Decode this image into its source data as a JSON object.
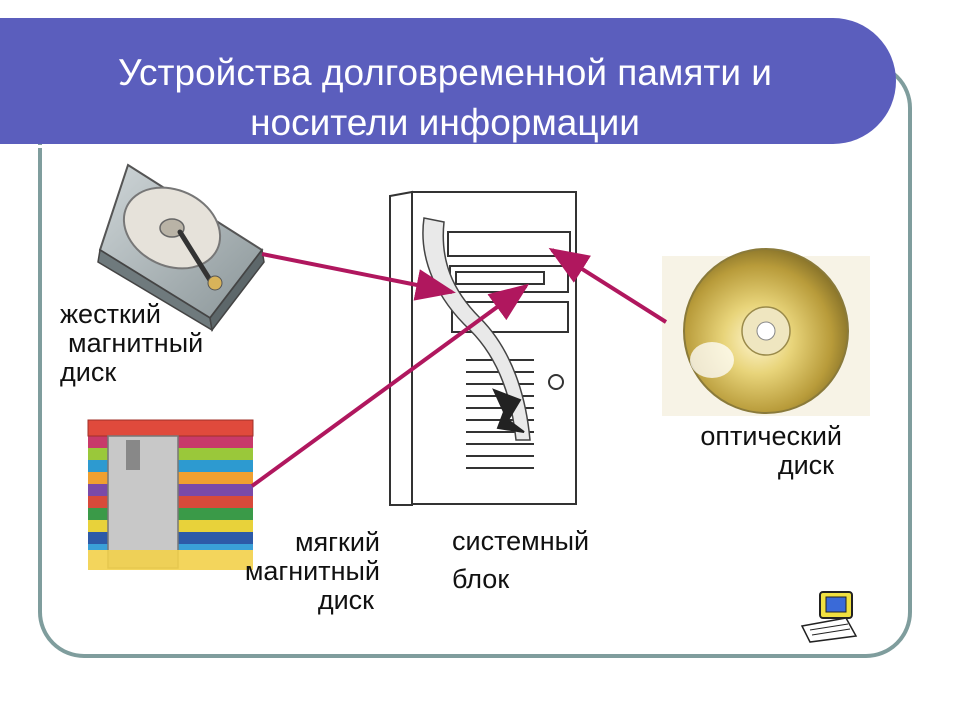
{
  "slide": {
    "title_line1": "Устройства долговременной памяти и",
    "title_line2": "носители информации"
  },
  "labels": {
    "hard_disk": {
      "line1": "жесткий",
      "line2": "магнитный",
      "line3": "диск"
    },
    "optical_disk": {
      "line1": "оптический",
      "line2": "диск"
    },
    "floppy_disk": {
      "line1": "мягкий",
      "line2": "магнитный",
      "line3": "диск"
    },
    "system_unit": {
      "line1": "системный",
      "line2": "блок"
    }
  },
  "colors": {
    "title_bar": "#5b5ebd",
    "frame_border": "#7f9d9d",
    "arrow": "#b0175e"
  }
}
